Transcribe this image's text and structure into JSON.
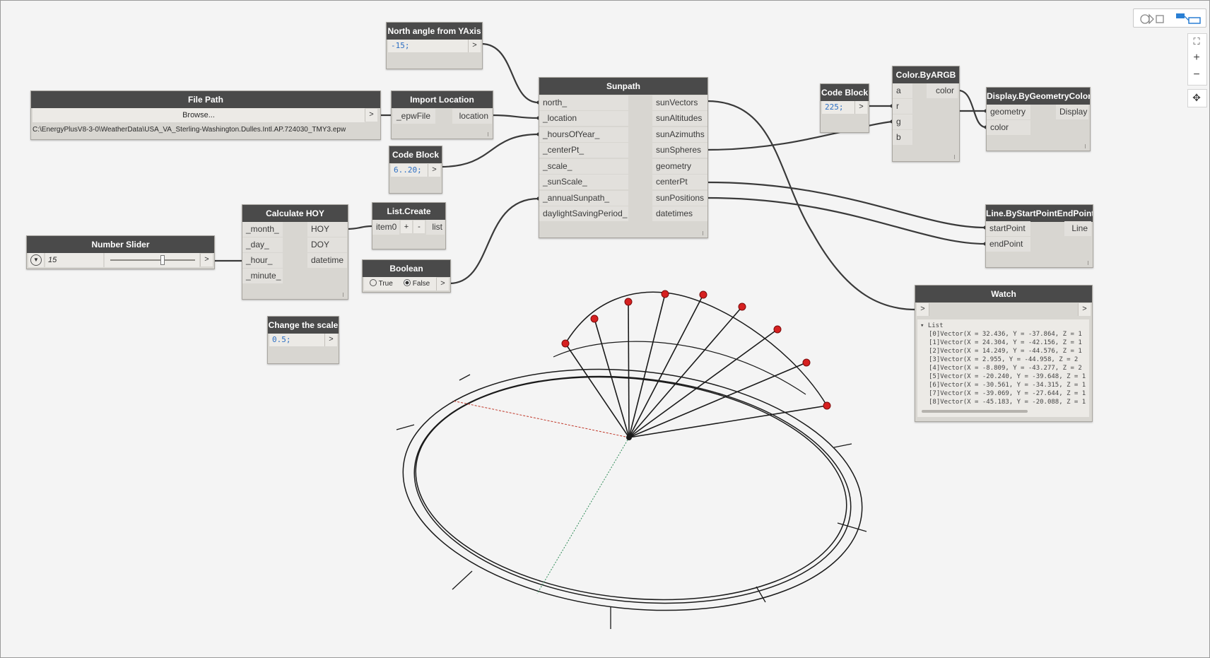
{
  "nodes": {
    "north_angle": {
      "title": "North angle from YAxis",
      "code": "-15;",
      "out": ">"
    },
    "file_path": {
      "title": "File Path",
      "browse": "Browse...",
      "out": ">",
      "path": "C:\\EnergyPlusV8-3-0\\WeatherData\\USA_VA_Sterling-Washington.Dulles.Intl.AP.724030_TMY3.epw"
    },
    "import_location": {
      "title": "Import Location",
      "in": "_epwFile",
      "out": "location"
    },
    "code_block_hours": {
      "title": "Code Block",
      "code": "6..20;",
      "out": ">"
    },
    "sunpath": {
      "title": "Sunpath",
      "inputs": [
        "north_",
        "_location",
        "_hoursOfYear_",
        "_centerPt_",
        "_scale_",
        "_sunScale_",
        "_annualSunpath_",
        "daylightSavingPeriod_"
      ],
      "outputs": [
        "sunVectors",
        "sunAltitudes",
        "sunAzimuths",
        "sunSpheres",
        "geometry",
        "centerPt",
        "sunPositions",
        "datetimes"
      ]
    },
    "code_block_color": {
      "title": "Code Block",
      "code": "225;",
      "out": ">"
    },
    "color_byargb": {
      "title": "Color.ByARGB",
      "inputs": [
        "a",
        "r",
        "g",
        "b"
      ],
      "out": "color"
    },
    "display_bygeometrycolor": {
      "title": "Display.ByGeometryColor",
      "inputs": [
        "geometry",
        "color"
      ],
      "out": "Display"
    },
    "line_bystartpointendpoint": {
      "title": "Line.ByStartPointEndPoint",
      "inputs": [
        "startPoint",
        "endPoint"
      ],
      "out": "Line"
    },
    "watch": {
      "title": "Watch",
      "in": ">",
      "out": ">",
      "list_label": "List",
      "items": [
        "[0]Vector(X = 32.436, Y = -37.864, Z = 1",
        "[1]Vector(X = 24.304, Y = -42.156, Z = 1",
        "[2]Vector(X = 14.249, Y = -44.576, Z = 1",
        "[3]Vector(X = 2.955, Y = -44.958, Z = 2",
        "[4]Vector(X = -8.809, Y = -43.277, Z = 2",
        "[5]Vector(X = -20.240, Y = -39.648, Z = 1",
        "[6]Vector(X = -30.561, Y = -34.315, Z = 1",
        "[7]Vector(X = -39.069, Y = -27.644, Z = 1",
        "[8]Vector(X = -45.183, Y = -20.088, Z = 1"
      ]
    },
    "list_create": {
      "title": "List.Create",
      "in": "item0",
      "plus": "+",
      "minus": "-",
      "out": "list"
    },
    "calculate_hoy": {
      "title": "Calculate HOY",
      "inputs": [
        "_month_",
        "_day_",
        "_hour_",
        "_minute_"
      ],
      "outputs": [
        "HOY",
        "DOY",
        "datetime"
      ]
    },
    "number_slider": {
      "title": "Number Slider",
      "value": "15",
      "out": ">",
      "level_fraction": 0.62
    },
    "boolean": {
      "title": "Boolean",
      "true_label": "True",
      "false_label": "False",
      "selected": "False",
      "out": ">"
    },
    "change_scale": {
      "title": "Change the scale",
      "code": "0.5;",
      "out": ">"
    }
  },
  "toolbar": {
    "view_icons": [
      "geometry-view-icon",
      "graph-view-icon"
    ]
  },
  "zoom_controls": {
    "fit": "⛶",
    "zoom_in": "+",
    "zoom_out": "−",
    "pan": "✥"
  },
  "colors": {
    "header": "#4a4a4a",
    "node_body": "#d8d6d1",
    "code_text": "#2c6fc4",
    "sun_sphere": "#d62020",
    "wire": "#3a3a3a",
    "axis_x": "#c0392b",
    "axis_y": "#2e8b57",
    "toolbar_accent": "#2a7fd4"
  }
}
